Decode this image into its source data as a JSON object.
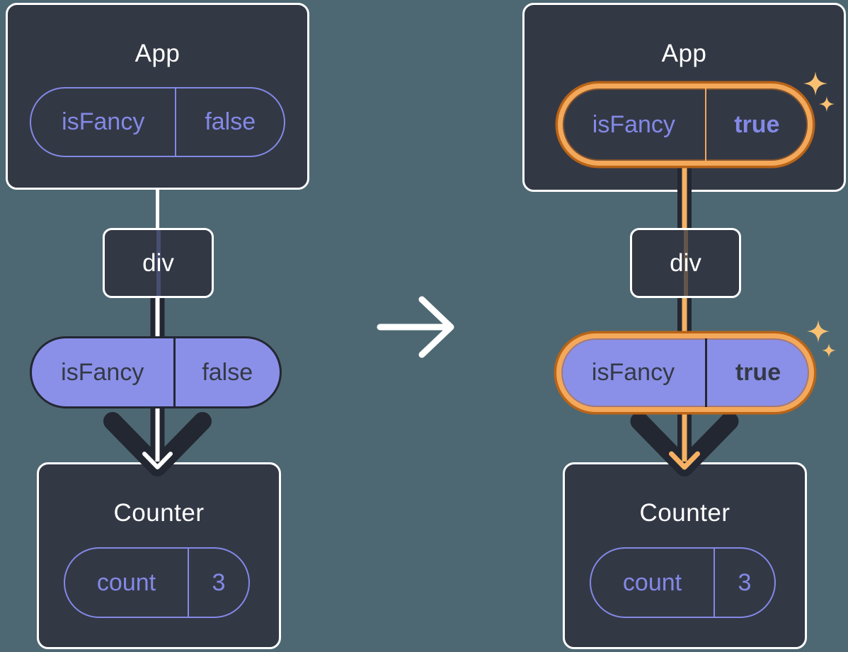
{
  "colors": {
    "background": "#4d6872",
    "card_fill": "#333845",
    "card_border": "#ffffff",
    "purple_accent": "#8289e6",
    "purple_pill_fill": "#8a90e8",
    "dark_outline": "#232732",
    "dark_text_on_purple": "#343945",
    "highlight_ring_light": "#f3a85a",
    "highlight_ring_dark": "#b96418",
    "flow_core_left": "#ffffff",
    "flow_core_right": "#f6b162",
    "sparkle": "#f8c172"
  },
  "left": {
    "app": {
      "title": "App",
      "prop_name": "isFancy",
      "prop_value": "false"
    },
    "div_label": "div",
    "prop_pill": {
      "name": "isFancy",
      "value": "false"
    },
    "counter": {
      "title": "Counter",
      "state_name": "count",
      "state_value": "3"
    }
  },
  "right": {
    "app": {
      "title": "App",
      "prop_name": "isFancy",
      "prop_value": "true"
    },
    "div_label": "div",
    "prop_pill": {
      "name": "isFancy",
      "value": "true"
    },
    "counter": {
      "title": "Counter",
      "state_name": "count",
      "state_value": "3"
    }
  }
}
